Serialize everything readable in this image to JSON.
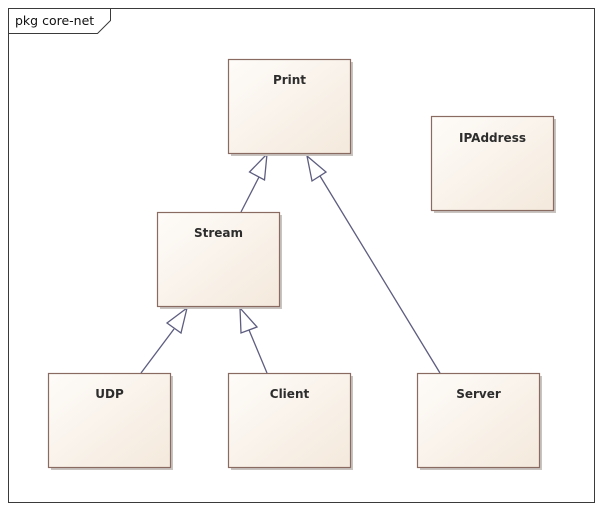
{
  "package": {
    "label": "pkg core-net"
  },
  "classes": [
    {
      "id": "print",
      "name": "Print"
    },
    {
      "id": "ipaddress",
      "name": "IPAddress"
    },
    {
      "id": "stream",
      "name": "Stream"
    },
    {
      "id": "udp",
      "name": "UDP"
    },
    {
      "id": "client",
      "name": "Client"
    },
    {
      "id": "server",
      "name": "Server"
    }
  ],
  "generalizations": [
    {
      "from": "stream",
      "to": "print"
    },
    {
      "from": "server",
      "to": "print"
    },
    {
      "from": "udp",
      "to": "stream"
    },
    {
      "from": "client",
      "to": "stream"
    }
  ],
  "colors": {
    "class_fill_light": "#fefcf9",
    "class_fill_dark": "#f4e9dc",
    "class_border": "#8a6b62",
    "arrow": "#5d5d80"
  }
}
